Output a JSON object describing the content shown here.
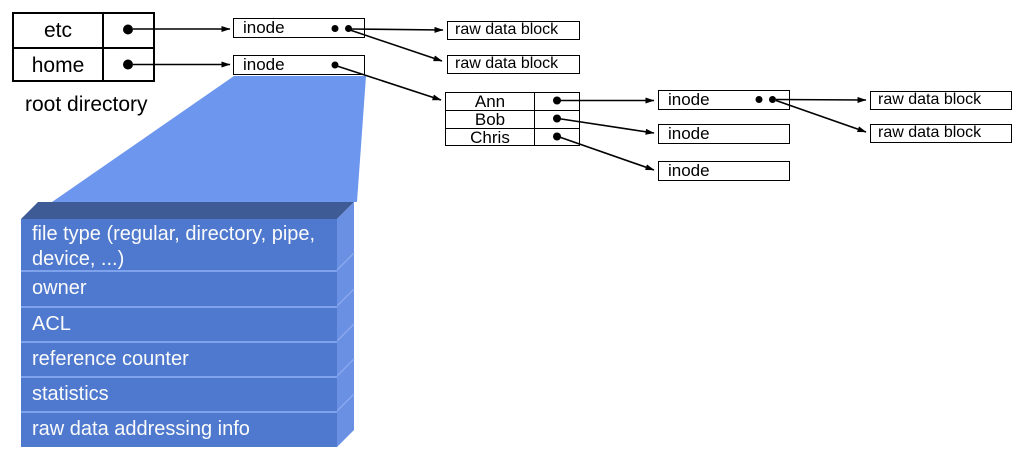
{
  "labels": {
    "inode": "inode",
    "raw_data_block": "raw data block"
  },
  "root_directory": {
    "caption": "root directory",
    "rows": [
      {
        "name": "etc"
      },
      {
        "name": "home"
      }
    ]
  },
  "user_directory": {
    "rows": [
      {
        "name": "Ann"
      },
      {
        "name": "Bob"
      },
      {
        "name": "Chris"
      }
    ]
  },
  "inode_fields": [
    {
      "lines": [
        "file type (regular, directory, pipe,",
        "device, ...)"
      ]
    },
    {
      "lines": [
        "owner"
      ]
    },
    {
      "lines": [
        "ACL"
      ]
    },
    {
      "lines": [
        "reference counter"
      ]
    },
    {
      "lines": [
        "statistics"
      ]
    },
    {
      "lines": [
        "raw data addressing info"
      ]
    }
  ],
  "colors": {
    "zoom_funnel": "#6d96ee",
    "stack_front": "#4e79ce",
    "stack_top_face": "#3f5b96",
    "stack_side_face": "#6990e2",
    "row_divider": "#7fa2ec",
    "wire": "#000000",
    "box_background": "#ffffff",
    "stack_text": "#fbfbfb",
    "text": "#000000"
  }
}
